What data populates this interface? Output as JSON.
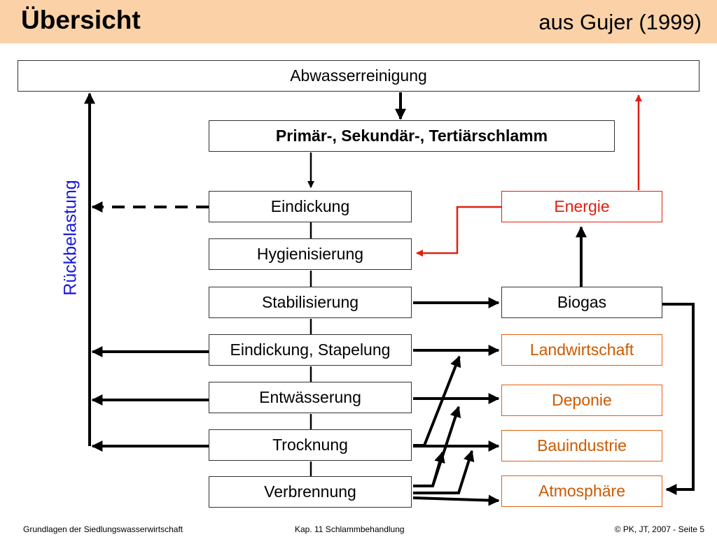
{
  "header": {
    "title": "Übersicht",
    "source": "aus Gujer (1999)"
  },
  "diagram": {
    "top": "Abwasserreinigung",
    "sludge": "Primär-, Sekundär-, Tertiärschlamm",
    "steps": [
      "Eindickung",
      "Hygienisierung",
      "Stabilisierung",
      "Eindickung, Stapelung",
      "Entwässerung",
      "Trocknung",
      "Verbrennung"
    ],
    "energy": "Energie",
    "biogas": "Biogas",
    "outputs": [
      "Landwirtschaft",
      "Deponie",
      "Bauindustrie",
      "Atmosphäre"
    ],
    "side_label": "Rückbelastung"
  },
  "colors": {
    "header_bg": "#fbd2a8",
    "energy": "#e02010",
    "outputs": "#cc5a00",
    "side_label": "#1a1adc"
  },
  "footer": {
    "left": "Grundlagen der Siedlungswasserwirtschaft",
    "center": "Kap. 11  Schlammbehandlung",
    "right": "© PK, JT, 2007 - Seite 5"
  }
}
